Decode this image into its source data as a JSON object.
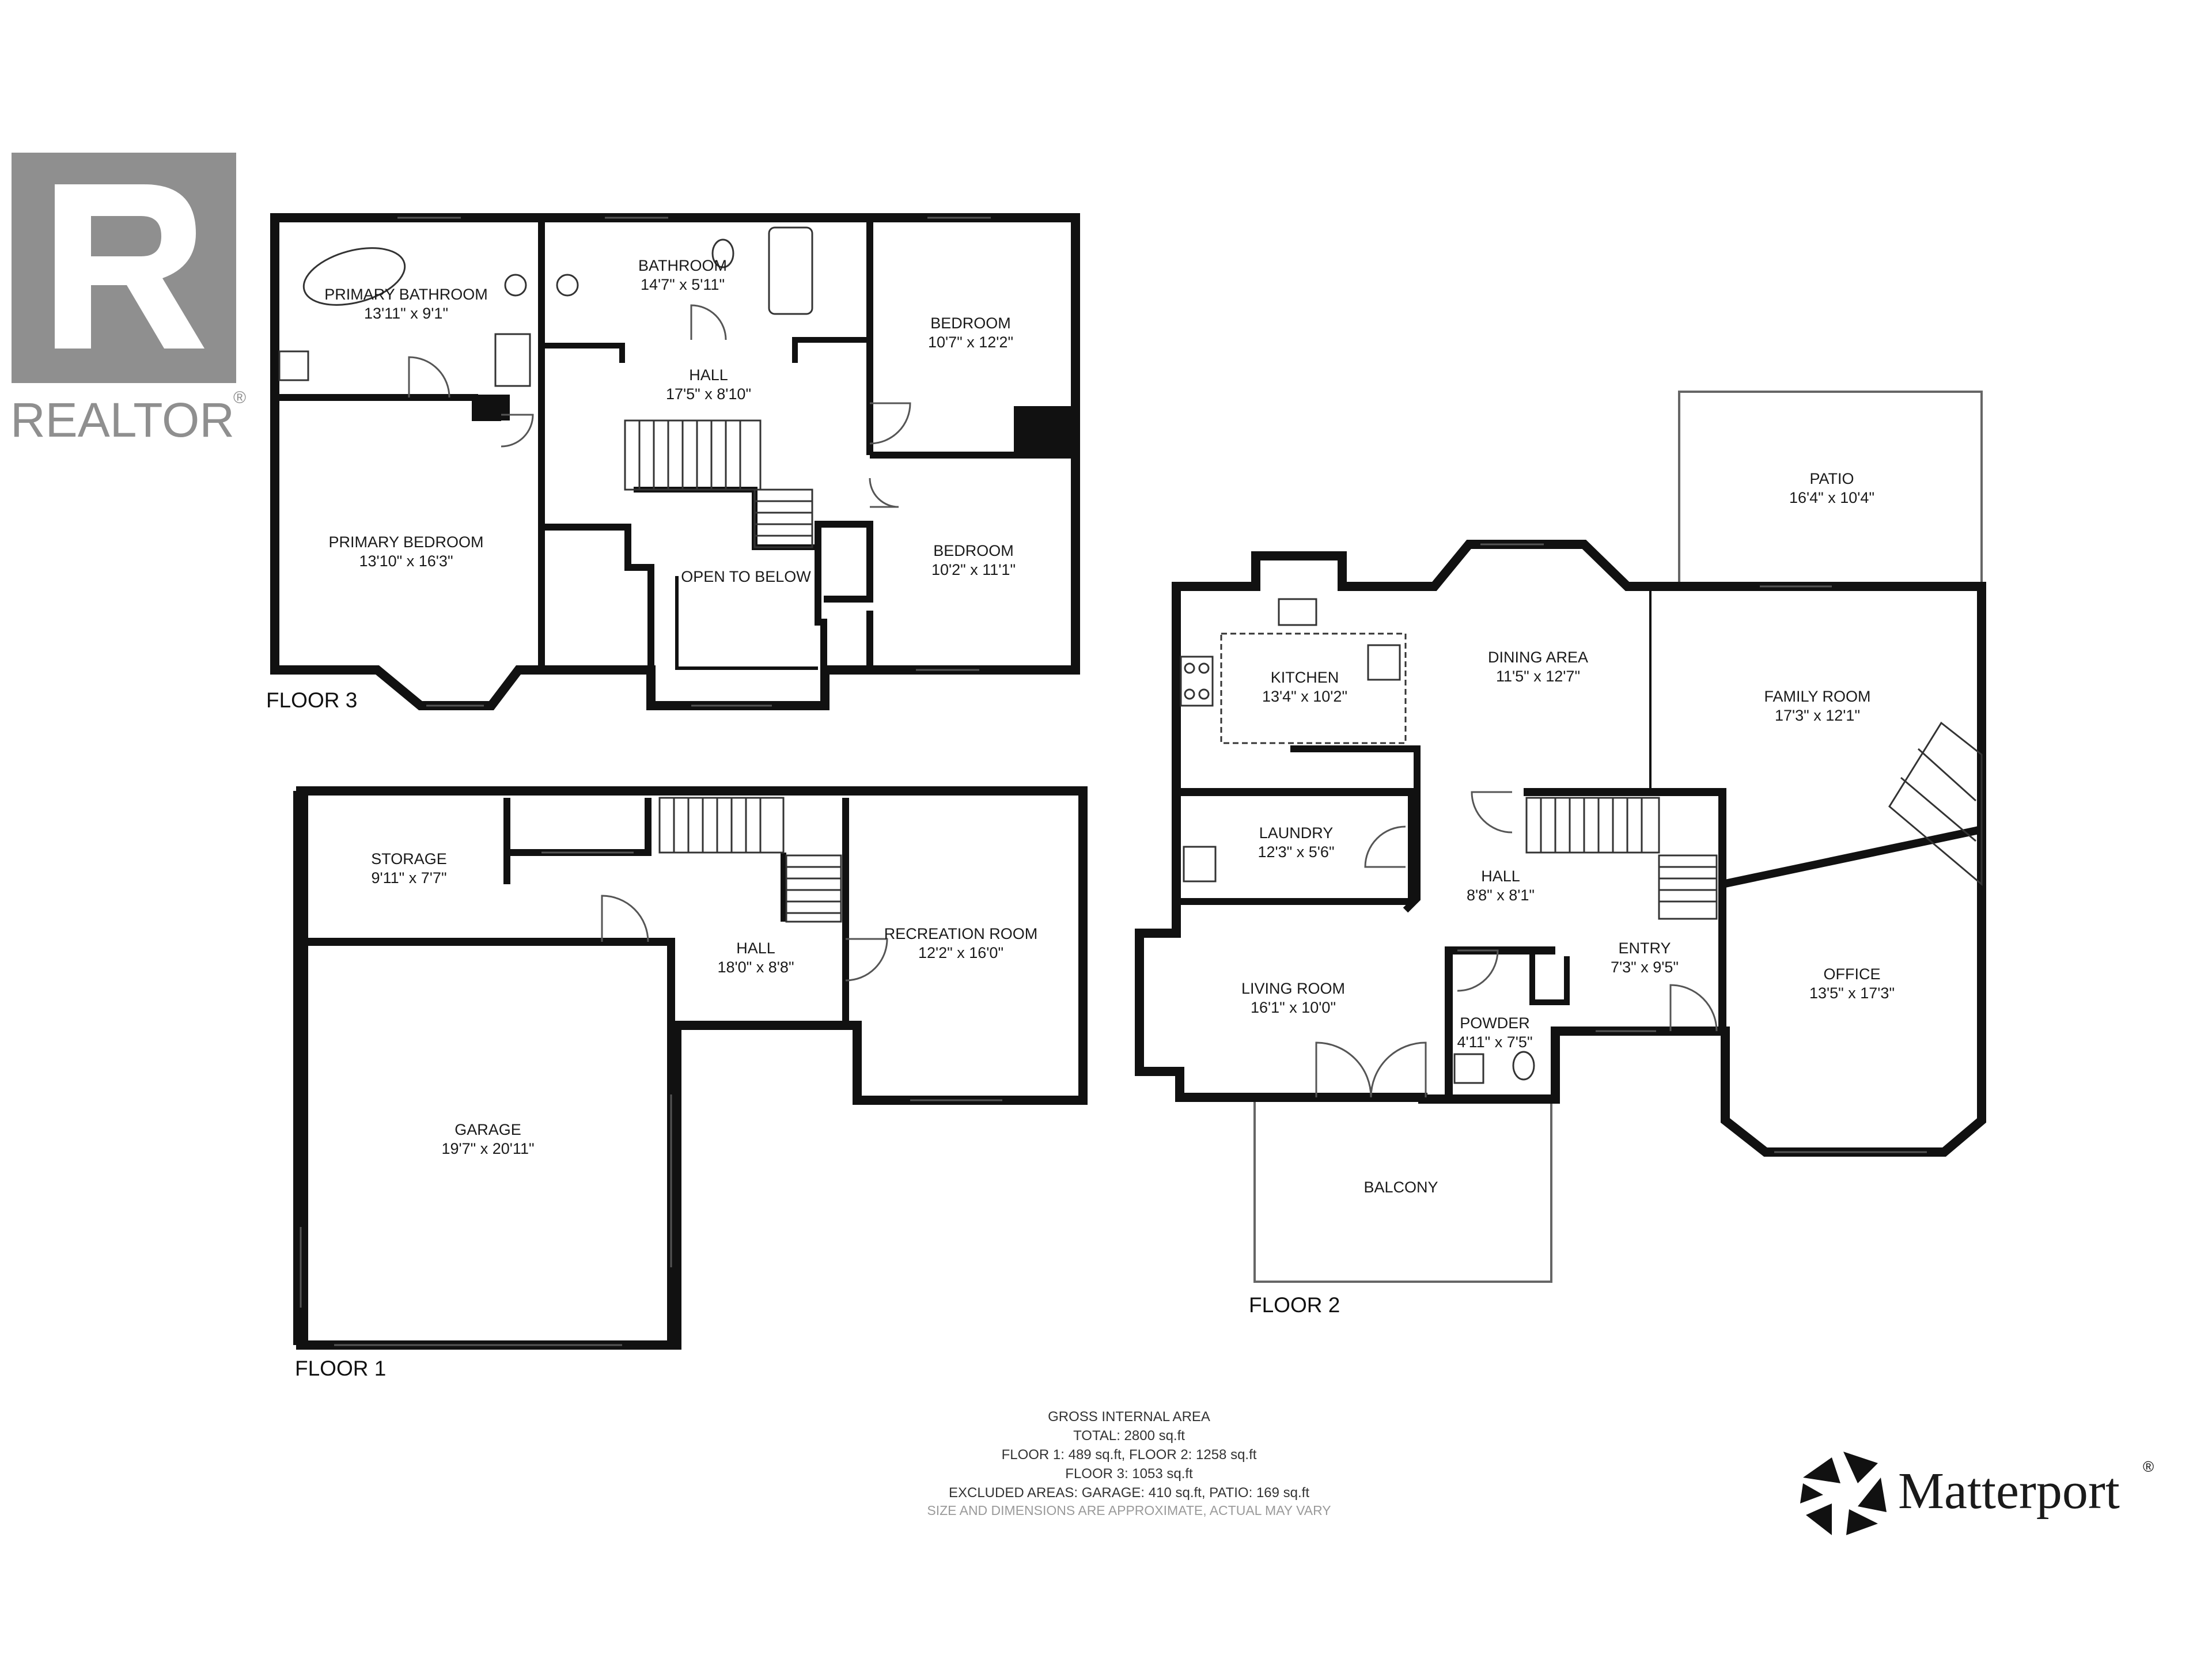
{
  "realtor_logo": {
    "text": "REALTOR",
    "mark": "®",
    "color": "#8f8f8f"
  },
  "matterport_logo": {
    "text": "Matterport",
    "mark": "®"
  },
  "floors": [
    {
      "label": "FLOOR 3"
    },
    {
      "label": "FLOOR 1"
    },
    {
      "label": "FLOOR 2"
    }
  ],
  "rooms": {
    "primary_bathroom": {
      "name": "PRIMARY BATHROOM",
      "dim": "13'11\" x 9'1\""
    },
    "bathroom": {
      "name": "BATHROOM",
      "dim": "14'7\" x 5'11\""
    },
    "bedroom_a": {
      "name": "BEDROOM",
      "dim": "10'7\" x 12'2\""
    },
    "hall_f3": {
      "name": "HALL",
      "dim": "17'5\" x 8'10\""
    },
    "primary_bedroom": {
      "name": "PRIMARY BEDROOM",
      "dim": "13'10\" x 16'3\""
    },
    "bedroom_b": {
      "name": "BEDROOM",
      "dim": "10'2\" x 11'1\""
    },
    "open_to_below": {
      "name": "OPEN TO BELOW"
    },
    "storage": {
      "name": "STORAGE",
      "dim": "9'11\" x 7'7\""
    },
    "hall_f1": {
      "name": "HALL",
      "dim": "18'0\" x 8'8\""
    },
    "recreation_room": {
      "name": "RECREATION ROOM",
      "dim": "12'2\" x 16'0\""
    },
    "garage": {
      "name": "GARAGE",
      "dim": "19'7\" x 20'11\""
    },
    "patio": {
      "name": "PATIO",
      "dim": "16'4\" x 10'4\""
    },
    "kitchen": {
      "name": "KITCHEN",
      "dim": "13'4\" x 10'2\""
    },
    "dining_area": {
      "name": "DINING AREA",
      "dim": "11'5\" x 12'7\""
    },
    "family_room": {
      "name": "FAMILY ROOM",
      "dim": "17'3\" x 12'1\""
    },
    "laundry": {
      "name": "LAUNDRY",
      "dim": "12'3\" x 5'6\""
    },
    "hall_f2": {
      "name": "HALL",
      "dim": "8'8\" x 8'1\""
    },
    "living_room": {
      "name": "LIVING ROOM",
      "dim": "16'1\" x 10'0\""
    },
    "entry": {
      "name": "ENTRY",
      "dim": "7'3\" x 9'5\""
    },
    "powder": {
      "name": "POWDER",
      "dim": "4'11\" x 7'5\""
    },
    "office": {
      "name": "OFFICE",
      "dim": "13'5\" x 17'3\""
    },
    "balcony": {
      "name": "BALCONY"
    }
  },
  "area_summary": {
    "title": "GROSS INTERNAL AREA",
    "total": "TOTAL: 2800 sq.ft",
    "floor_1_2": "FLOOR 1: 489 sq.ft, FLOOR 2: 1258 sq.ft",
    "floor_3": "FLOOR 3: 1053 sq.ft",
    "excluded": "EXCLUDED AREAS: GARAGE: 410 sq.ft, PATIO: 169 sq.ft",
    "disclaimer": "SIZE AND DIMENSIONS ARE APPROXIMATE, ACTUAL MAY VARY"
  }
}
